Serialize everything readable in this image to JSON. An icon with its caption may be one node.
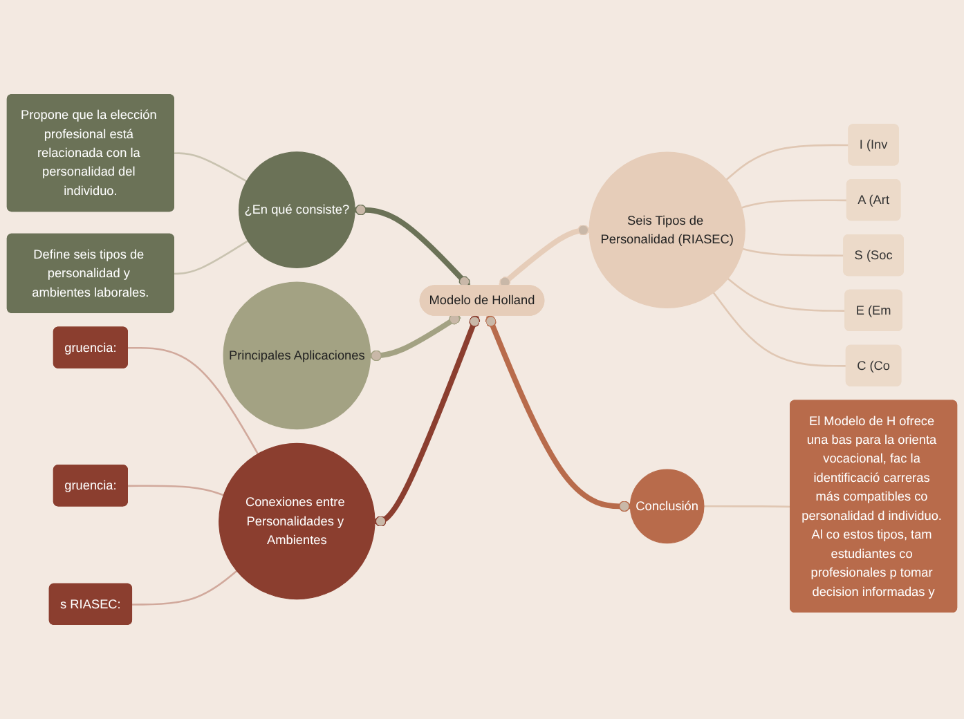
{
  "diagram": {
    "nodes": [
      {
        "text": [
          "Propone que la elección profesional está relacionada con la personalidad del individuo."
        ]
      },
      {
        "text": [
          "Define seis tipos de personalidad y ambientes laborales."
        ]
      },
      {
        "text": [
          "¿En qué consiste?"
        ]
      },
      {
        "text": [
          "Seis Tipos de Personalidad (RIASEC)"
        ]
      },
      {
        "text": [
          "I (Inv"
        ]
      },
      {
        "text": [
          "A (Art"
        ]
      },
      {
        "text": [
          "S (Soc"
        ]
      },
      {
        "text": [
          "E (Em"
        ]
      },
      {
        "text": [
          "C (Co"
        ]
      },
      {
        "text": [
          "Principales Aplicaciones"
        ]
      },
      {
        "text": [
          "Modelo de Holland"
        ]
      },
      {
        "text": [
          "gruencia:"
        ]
      },
      {
        "text": [
          "gruencia:"
        ]
      },
      {
        "text": [
          "s RIASEC:"
        ]
      },
      {
        "text": [
          "Conexiones entre Personalidades y Ambientes"
        ]
      },
      {
        "text": [
          "Conclusión"
        ]
      },
      {
        "text": [
          "El Modelo de H ofrece una bas para la orienta vocacional, fac la identificació carreras más compatibles co personalidad d individuo. Al co estos tipos, tam estudiantes co profesionales p tomar decision informadas y"
        ]
      }
    ],
    "edges": [
      {
        "from": 2,
        "to": 10,
        "arrow": "other",
        "style": "thick",
        "color": "#6b7257"
      },
      {
        "from": 10,
        "to": 3,
        "arrow": "other",
        "style": "thick",
        "color": "#e6cdb9"
      },
      {
        "from": 9,
        "to": 10,
        "arrow": "other",
        "style": "thick",
        "color": "#a3a283"
      },
      {
        "from": 14,
        "to": 10,
        "arrow": "other",
        "style": "thick",
        "color": "#8b3e2f"
      },
      {
        "from": 10,
        "to": 15,
        "arrow": "other",
        "style": "thick",
        "color": "#b86b4b"
      },
      {
        "from": 0,
        "to": 2,
        "arrow": "none"
      },
      {
        "from": 1,
        "to": 2,
        "arrow": "none"
      },
      {
        "from": 3,
        "to": 4,
        "arrow": "none"
      },
      {
        "from": 3,
        "to": 5,
        "arrow": "none"
      },
      {
        "from": 3,
        "to": 6,
        "arrow": "none"
      },
      {
        "from": 3,
        "to": 7,
        "arrow": "none"
      },
      {
        "from": 3,
        "to": 8,
        "arrow": "none"
      },
      {
        "from": 11,
        "to": 14,
        "arrow": "none"
      },
      {
        "from": 12,
        "to": 14,
        "arrow": "none"
      },
      {
        "from": 13,
        "to": 14,
        "arrow": "none"
      },
      {
        "from": 15,
        "to": 16,
        "arrow": "none"
      }
    ]
  }
}
